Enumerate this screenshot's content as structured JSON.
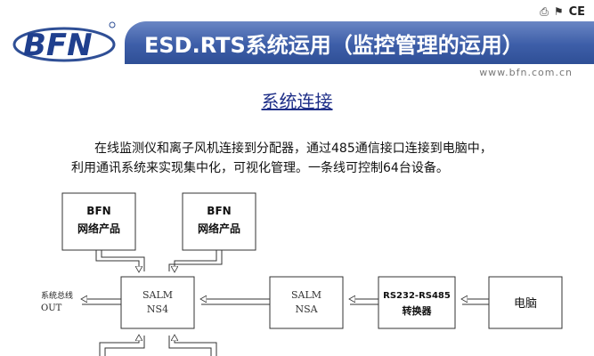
{
  "header": {
    "logo_text": "BFN",
    "title": "ESD.RTS系统运用（监控管理的运用）",
    "website": "www.bfn.com.cn",
    "icons": [
      "printer-icon",
      "flag-icon",
      "ce-mark"
    ],
    "ce_text": "CE"
  },
  "section": {
    "title": "系统连接"
  },
  "description": {
    "line1": "在线监测仪和离子风机连接到分配器，通过485通信接口连接到电脑中，",
    "line2": "利用通讯系统来实现集中化，可视化管理。一条线可控制64台设备。"
  },
  "diagram": {
    "nodes": [
      {
        "id": "bfn1",
        "line1": "BFN",
        "line2": "网络产品"
      },
      {
        "id": "bfn2",
        "line1": "BFN",
        "line2": "网络产品"
      },
      {
        "id": "ns4",
        "line1": "SALM",
        "line2": "NS4"
      },
      {
        "id": "nsa",
        "line1": "SALM",
        "line2": "NSA"
      },
      {
        "id": "conv",
        "line1": "RS232-RS485",
        "line2": "转换器"
      },
      {
        "id": "pc",
        "line1": "电脑",
        "line2": ""
      }
    ],
    "out_label": {
      "line1": "系统总线",
      "line2": "OUT"
    },
    "colors": {
      "border": "#333333",
      "arrow_fill": "#ffffff"
    }
  }
}
